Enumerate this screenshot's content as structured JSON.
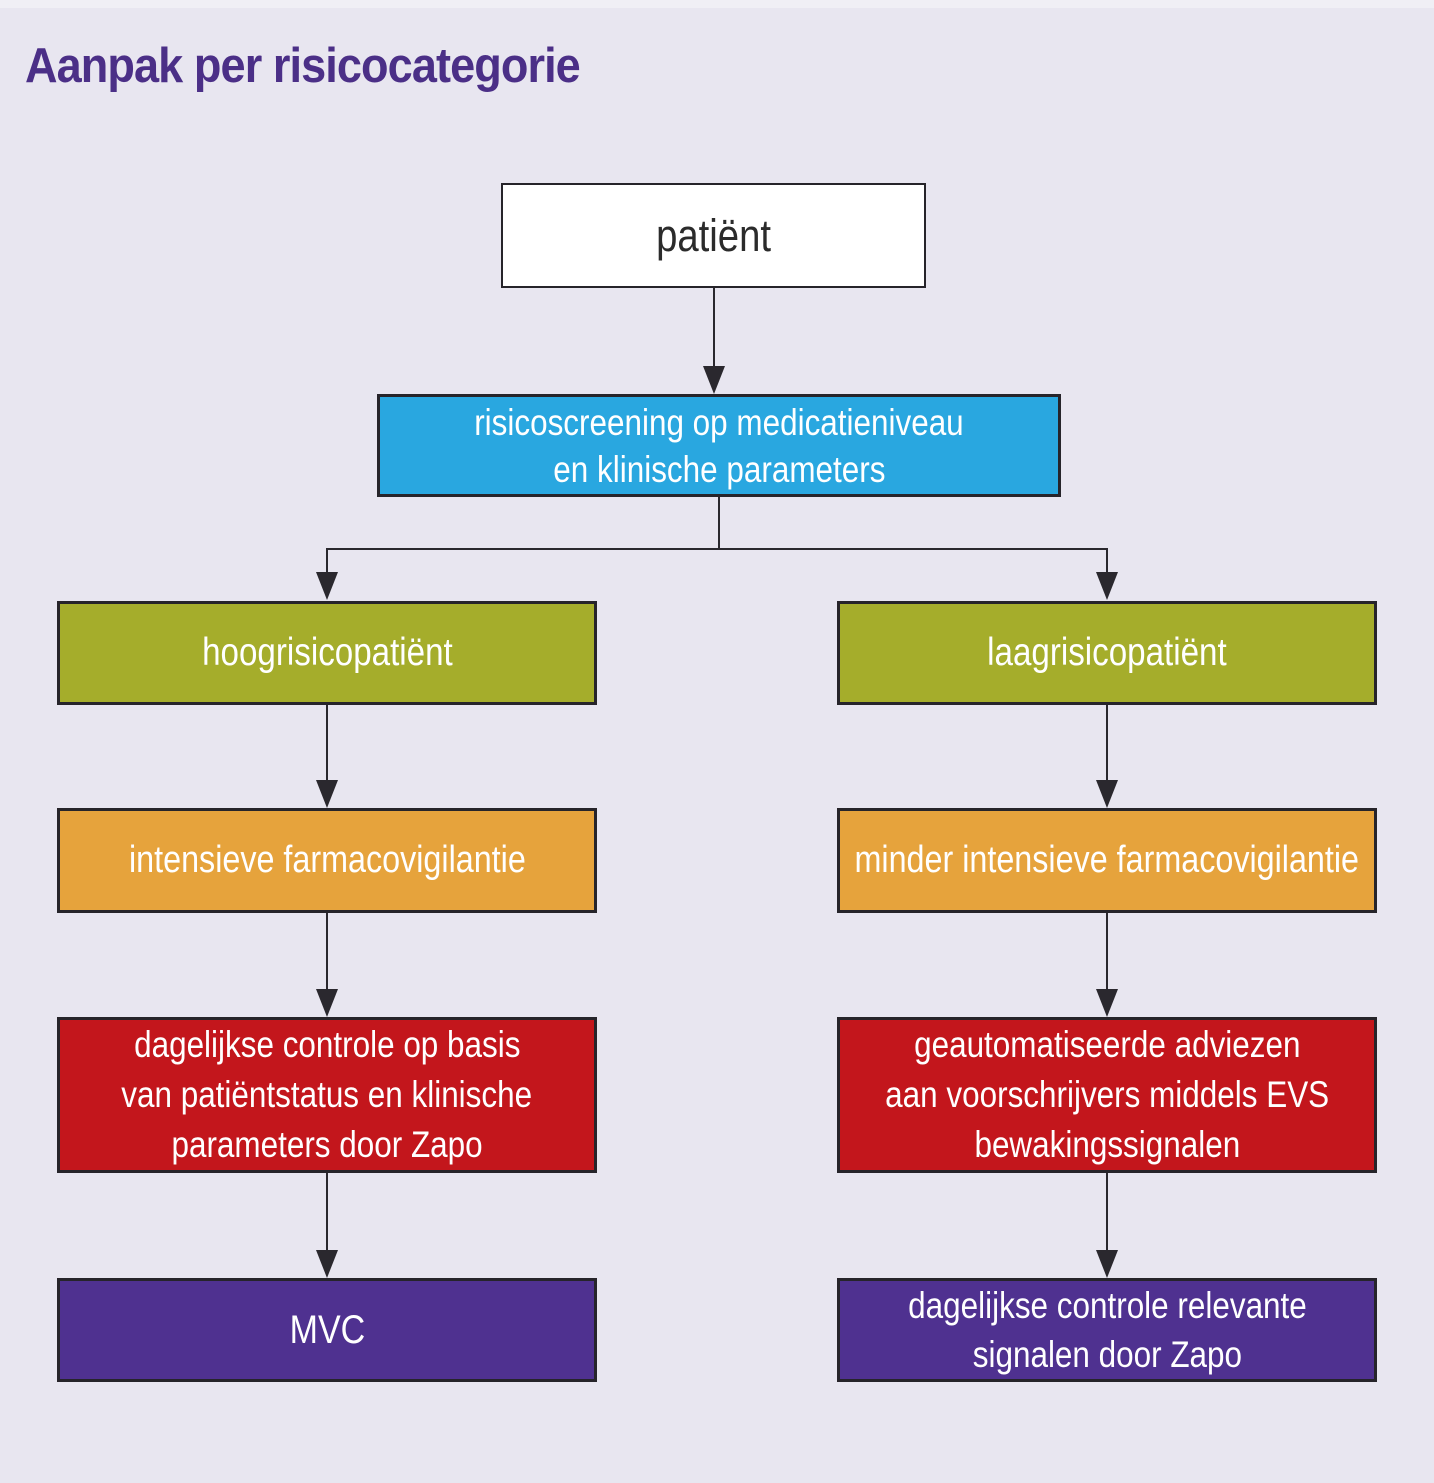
{
  "title": "Aanpak per risicocategorie",
  "colors": {
    "background": "#e8e6f0",
    "top_strip": "#f0eff5",
    "title_text": "#4b2f87",
    "line": "#2a282e",
    "node_border": "#26242a",
    "blue": "#29a7e0",
    "green": "#a5ad2b",
    "orange": "#e6a33c",
    "red": "#c3161c",
    "purple": "#4f3190",
    "white_node_bg": "#ffffff",
    "white_node_text": "#2b2b2b",
    "node_text": "#ffffff"
  },
  "nodes": {
    "patient": {
      "lines": [
        "patiënt"
      ],
      "color_key": "white_node_bg"
    },
    "screening": {
      "lines": [
        "risicoscreening op medicatieniveau",
        "en klinische parameters"
      ],
      "color_key": "blue"
    },
    "high_risk": {
      "lines": [
        "hoogrisicopatiënt"
      ],
      "color_key": "green"
    },
    "low_risk": {
      "lines": [
        "laagrisicopatiënt"
      ],
      "color_key": "green"
    },
    "intensive": {
      "lines": [
        "intensieve farmacovigilantie"
      ],
      "color_key": "orange"
    },
    "less_intensive": {
      "lines": [
        "minder intensieve farmacovigilantie"
      ],
      "color_key": "orange"
    },
    "daily_control": {
      "lines": [
        "dagelijkse controle op basis",
        "van patiëntstatus en klinische",
        "parameters door Zapo"
      ],
      "color_key": "red"
    },
    "automated_advice": {
      "lines": [
        "geautomatiseerde adviezen",
        "aan voorschrijvers middels EVS",
        "bewakingssignalen"
      ],
      "color_key": "red"
    },
    "mvc": {
      "lines": [
        "MVC"
      ],
      "color_key": "purple"
    },
    "daily_signals": {
      "lines": [
        "dagelijkse controle relevante",
        "signalen door Zapo"
      ],
      "color_key": "purple"
    }
  },
  "edges": [
    {
      "from": "patient",
      "to": "screening"
    },
    {
      "from": "screening",
      "to": "high_risk"
    },
    {
      "from": "screening",
      "to": "low_risk"
    },
    {
      "from": "high_risk",
      "to": "intensive"
    },
    {
      "from": "low_risk",
      "to": "less_intensive"
    },
    {
      "from": "intensive",
      "to": "daily_control"
    },
    {
      "from": "less_intensive",
      "to": "automated_advice"
    },
    {
      "from": "daily_control",
      "to": "mvc"
    },
    {
      "from": "automated_advice",
      "to": "daily_signals"
    }
  ]
}
